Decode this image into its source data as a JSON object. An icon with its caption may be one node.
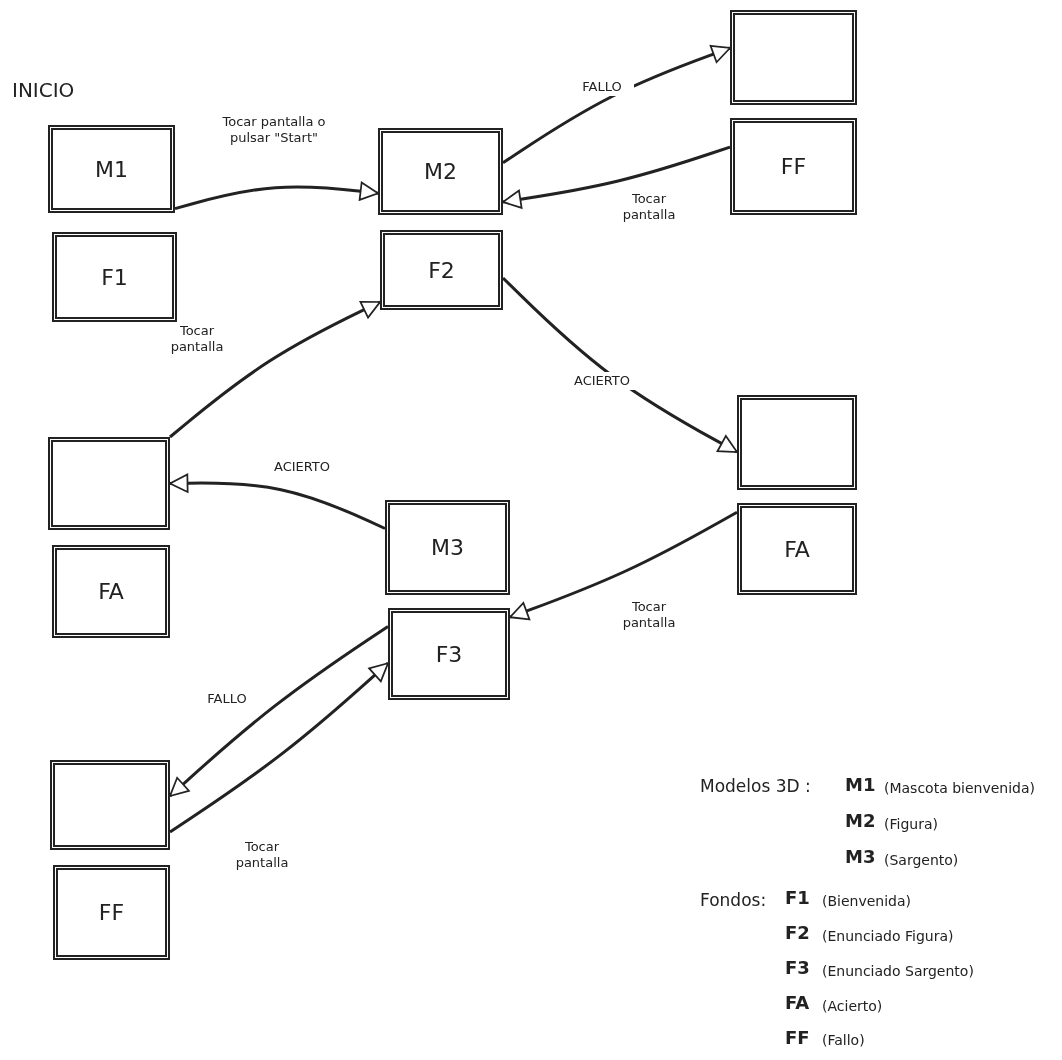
{
  "diagram": {
    "nodes": [
      {
        "text": [
          "M1"
        ],
        "beside": [
          "INICIO"
        ]
      },
      {
        "text": [
          "F1"
        ]
      },
      {
        "text": [
          "M2"
        ]
      },
      {
        "text": [
          "F2"
        ]
      },
      {
        "text": [],
        "shape": "box"
      },
      {
        "text": [
          "FF"
        ]
      },
      {
        "text": [],
        "shape": "box"
      },
      {
        "text": [
          "FA"
        ]
      },
      {
        "text": [
          "M3"
        ]
      },
      {
        "text": [
          "F3"
        ]
      },
      {
        "text": [],
        "shape": "box"
      },
      {
        "text": [
          "FA"
        ]
      },
      {
        "text": [],
        "shape": "box"
      },
      {
        "text": [
          "FF"
        ]
      }
    ],
    "edges": [
      {
        "from": 0,
        "to": 2,
        "arrow": "to",
        "label": "Tocar pantalla o pulsar \"Start\""
      },
      {
        "from": 2,
        "to": 4,
        "arrow": "to",
        "label": "FALLO"
      },
      {
        "from": 5,
        "to": 2,
        "arrow": "to",
        "label": "Tocar pantalla"
      },
      {
        "from": 3,
        "to": 10,
        "arrow": "to",
        "label": "ACIERTO"
      },
      {
        "from": 11,
        "to": 9,
        "arrow": "to",
        "label": "Tocar pantalla"
      },
      {
        "from": 8,
        "to": 6,
        "arrow": "to",
        "label": "ACIERTO"
      },
      {
        "from": 6,
        "to": 3,
        "arrow": "to",
        "label": "Tocar pantalla"
      },
      {
        "from": 9,
        "to": 12,
        "arrow": "to",
        "label": "FALLO"
      },
      {
        "from": 12,
        "to": 9,
        "arrow": "to",
        "label": "Tocar pantalla"
      }
    ],
    "labels": [
      "Modelos 3D :",
      "M1",
      "(Mascota bienvenida)",
      "M2",
      "(Figura)",
      "M3",
      "(Sargento)",
      "Fondos:",
      "F1",
      "(Bienvenida)",
      "F2",
      "(Enunciado Figura)",
      "F3",
      "(Enunciado Sargento)",
      "FA",
      "(Acierto)",
      "FF",
      "(Fallo)"
    ]
  }
}
